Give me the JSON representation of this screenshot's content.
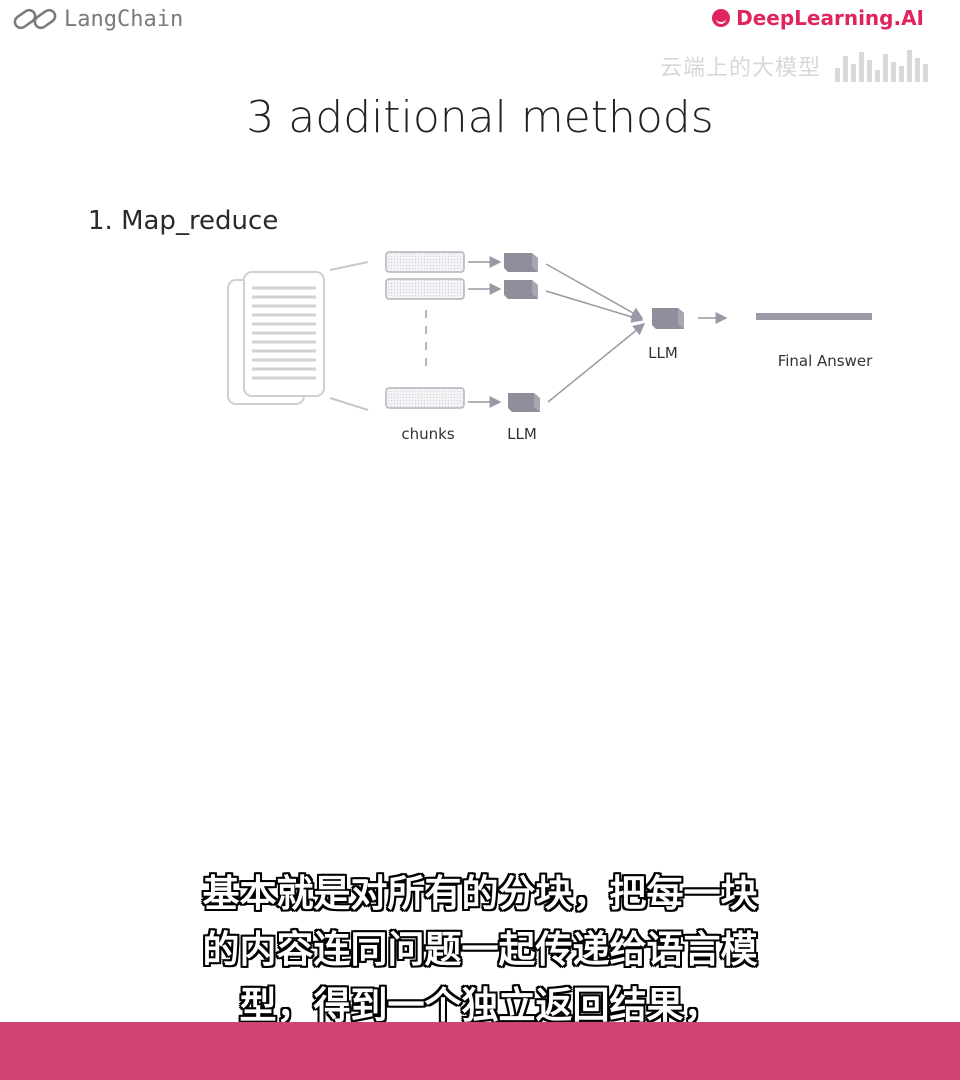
{
  "header": {
    "langchain_logo": {
      "icon": "chain-link-icon",
      "text": "LangChain"
    },
    "deeplearning_logo": {
      "icon": "deeplearning-smile-icon",
      "text": "DeepLearning.AI"
    },
    "watermark_text": "云端上的大模型",
    "colors": {
      "brand_pink": "#e0245e",
      "footer_bar": "#cf4470"
    }
  },
  "slide": {
    "title": "3 additional methods",
    "method_label": "1. Map_reduce"
  },
  "diagram": {
    "chunks_label": "chunks",
    "llm_label": "LLM",
    "final_llm_label": "LLM",
    "final_answer_label": "Final Answer"
  },
  "subtitle": {
    "lines": [
      "基本就是对所有的分块，把每一块",
      "的内容连同问题一起传递给语言模",
      "型，得到一个独立返回结果，"
    ]
  }
}
